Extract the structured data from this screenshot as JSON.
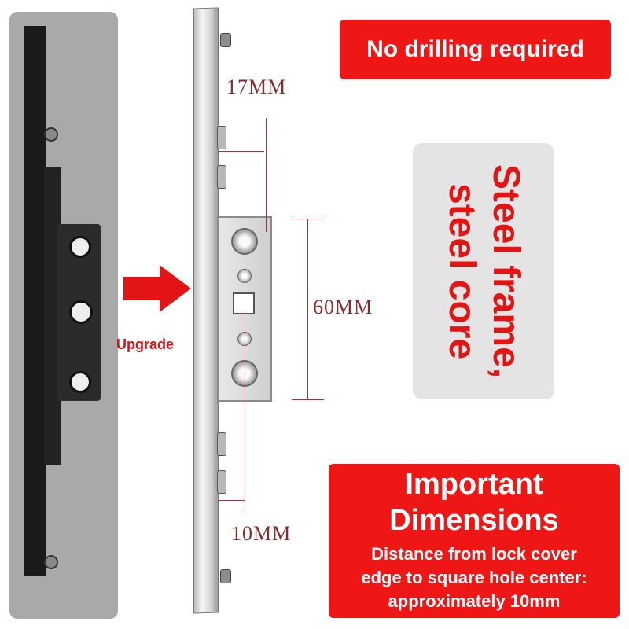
{
  "labels": {
    "upgrade": "Upgrade",
    "no_drilling": "No drilling required",
    "steel_line1": "Steel frame,",
    "steel_line2": "steel core",
    "important_line1": "Important",
    "important_line2": "Dimensions",
    "important_desc_line1": "Distance from lock cover",
    "important_desc_line2": "edge to square hole center:",
    "important_desc_line3": "approximately 10mm"
  },
  "dimensions": {
    "top_width": "17MM",
    "lock_height": "60MM",
    "hole_offset": "10MM"
  },
  "colors": {
    "accent_red": "#ef1616",
    "dimension_line": "#b03030",
    "dimension_text": "#8a2b2b",
    "old_panel_gray": "#a9a9a9"
  },
  "icons": {
    "direction_arrow": "right-arrow-icon"
  }
}
